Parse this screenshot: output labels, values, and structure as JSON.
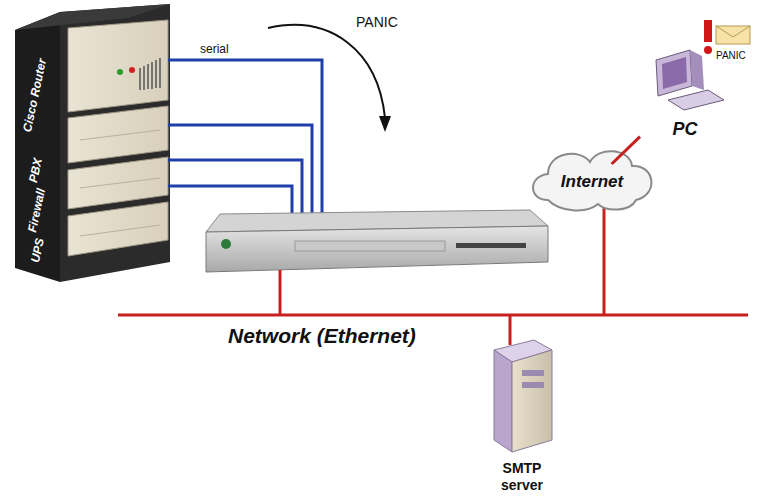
{
  "diagram": {
    "nodes": [
      {
        "text": [
          "Cisco Router"
        ]
      },
      {
        "text": [
          "PBX"
        ]
      },
      {
        "text": [
          "Firewall"
        ]
      },
      {
        "text": [
          "UPS"
        ]
      },
      {
        "text": [
          "Internet"
        ]
      },
      {
        "text": [
          "PC"
        ]
      },
      {
        "text": [
          "SMTP server"
        ]
      }
    ],
    "edges": [
      {
        "from": 4,
        "to": 5,
        "arrow": "none"
      }
    ],
    "labels": [
      "serial",
      "PANIC",
      "Network (Ethernet)",
      "PANIC"
    ]
  }
}
